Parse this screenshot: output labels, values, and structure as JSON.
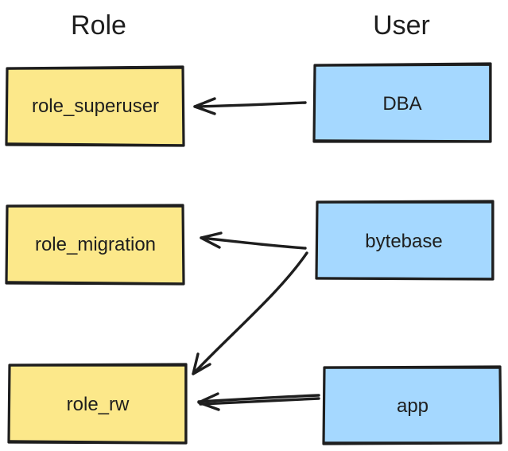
{
  "headers": {
    "role": "Role",
    "user": "User"
  },
  "colors": {
    "role_fill": "#fce88a",
    "user_fill": "#a5d8ff",
    "stroke": "#1e1e1e",
    "background": "#ffffff"
  },
  "roles": [
    {
      "label": "role_superuser"
    },
    {
      "label": "role_migration"
    },
    {
      "label": "role_rw"
    }
  ],
  "users": [
    {
      "label": "DBA"
    },
    {
      "label": "bytebase"
    },
    {
      "label": "app"
    }
  ],
  "mappings": [
    {
      "user": "DBA",
      "role": "role_superuser"
    },
    {
      "user": "bytebase",
      "role": "role_migration"
    },
    {
      "user": "bytebase",
      "role": "role_rw"
    },
    {
      "user": "app",
      "role": "role_rw"
    }
  ]
}
